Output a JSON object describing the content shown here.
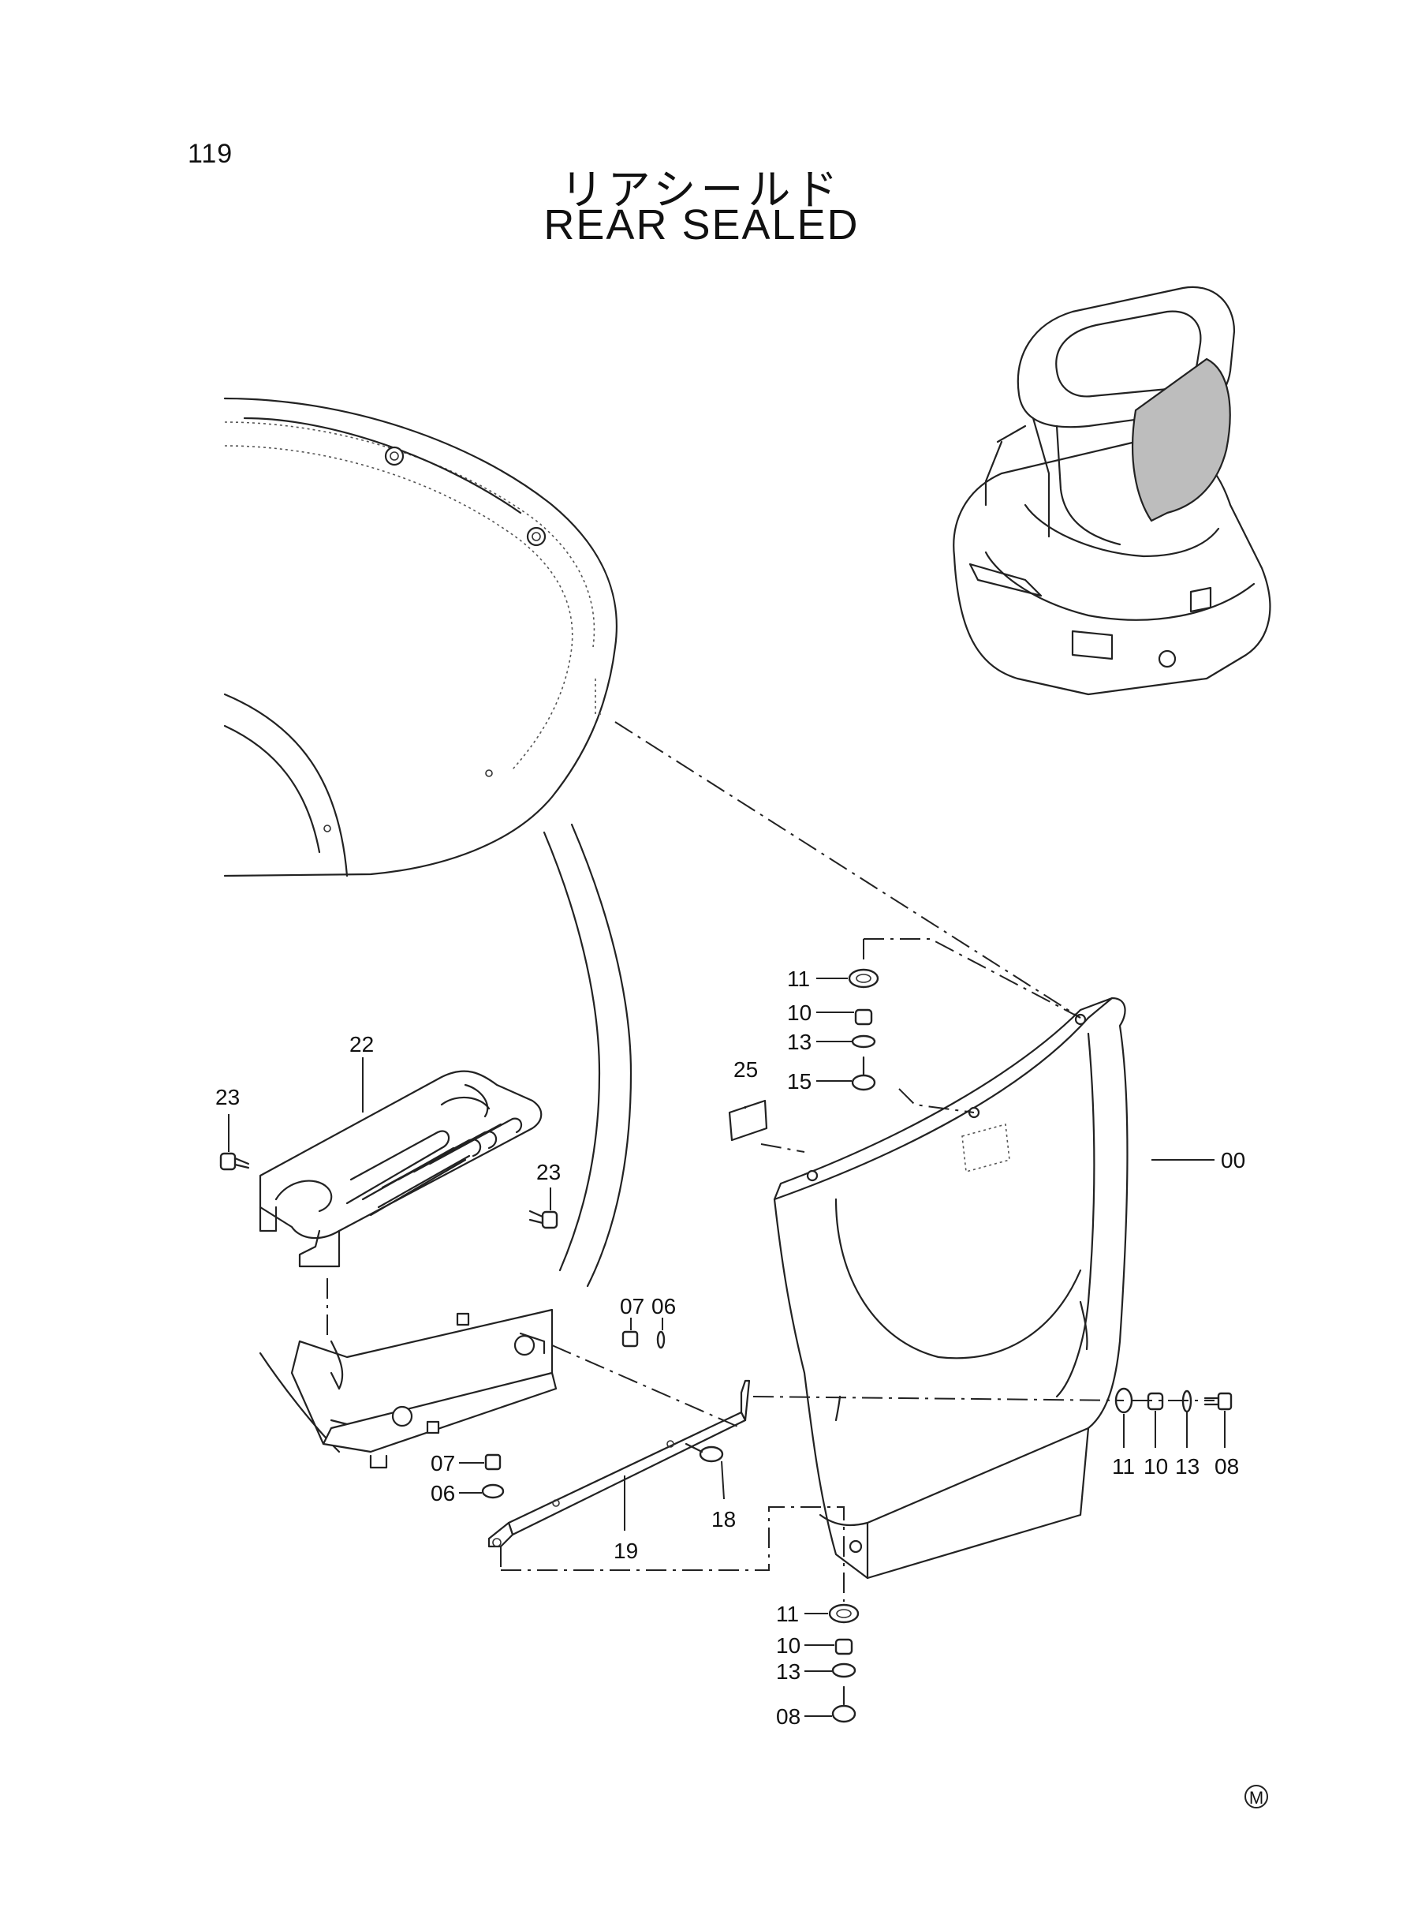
{
  "page_number": "119",
  "title_jp": "リアシールド",
  "title_en": "REAR SEALED",
  "mark": "M",
  "labels": {
    "p00": "00",
    "p06a": "06",
    "p06b": "06",
    "p07a": "07",
    "p07b": "07",
    "p08a": "08",
    "p08b": "08",
    "p10a": "10",
    "p10b": "10",
    "p10c": "10",
    "p11a": "11",
    "p11b": "11",
    "p11c": "11",
    "p13a": "13",
    "p13b": "13",
    "p13c": "13",
    "p15": "15",
    "p18": "18",
    "p19": "19",
    "p22": "22",
    "p23a": "23",
    "p23b": "23",
    "p25": "25"
  }
}
